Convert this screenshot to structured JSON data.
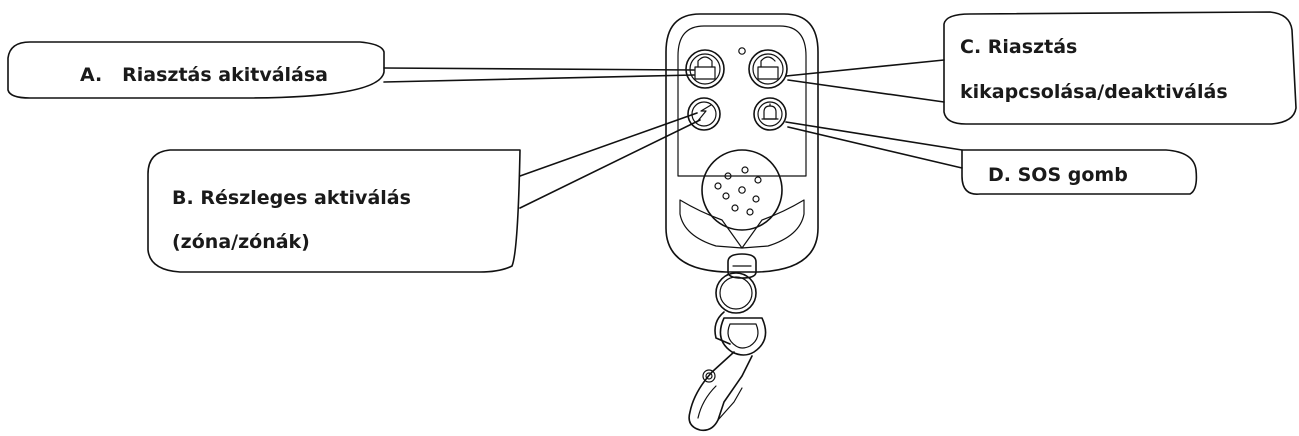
{
  "callouts": {
    "a": {
      "label": "A.   Riasztás akitválása"
    },
    "b": {
      "line1": "B. Részleges aktiválás",
      "line2": "(zóna/zónák)"
    },
    "c": {
      "line1": "C. Riasztás",
      "line2": "kikapcsolása/deaktiválás"
    },
    "d": {
      "label": "D. SOS gomb"
    }
  },
  "remote": {
    "buttons": [
      "lock-closed-icon",
      "lock-open-icon",
      "partial-arm-icon",
      "bell-sos-icon"
    ]
  },
  "colors": {
    "stroke": "#111111",
    "text": "#1a1a1a",
    "background": "#ffffff"
  }
}
